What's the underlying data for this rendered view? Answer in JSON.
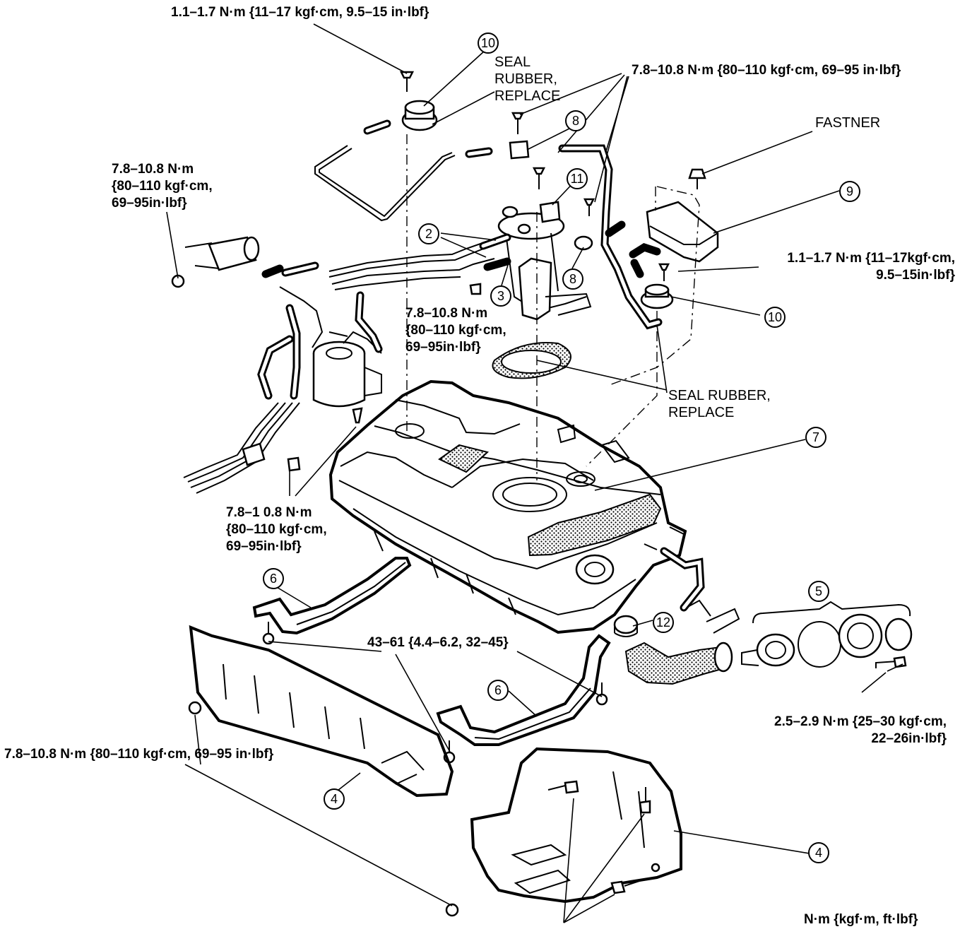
{
  "torques": {
    "t1": "1.1–1.7 N·m {11–17 kgf·cm, 9.5–15 in·lbf}",
    "t2": "7.8–10.8 N·m {80–110 kgf·cm, 69–95 in·lbf}",
    "t3_lines": [
      "7.8–10.8 N·m",
      "{80–110 kgf·cm,",
      "69–95in·lbf}"
    ],
    "t4_lines": [
      "1.1–1.7 N·m {11–17kgf·cm,",
      "9.5–15in·lbf}"
    ],
    "t5_lines": [
      "7.8–10.8 N·m",
      "{80–110 kgf·cm,",
      "69–95in·lbf}"
    ],
    "t6_lines": [
      "7.8–1 0.8 N·m",
      "{80–110 kgf·cm,",
      "69–95in·lbf}"
    ],
    "t7": "43–61 {4.4–6.2, 32–45}",
    "t8_lines": [
      "2.5–2.9 N·m {25–30 kgf·cm,",
      "22–26in·lbf}"
    ],
    "t9": "7.8–10.8 N·m {80–110 kgf·cm, 69–95 in·lbf}"
  },
  "notes": {
    "seal_top_lines": [
      "SEAL",
      "RUBBER,",
      "REPLACE"
    ],
    "seal_mid_lines": [
      "SEAL RUBBER,",
      "REPLACE"
    ],
    "fastner": "FASTNER",
    "units": "N·m {kgf·m, ft·lbf}"
  },
  "callouts": {
    "c2": "2",
    "c3": "3",
    "c4a": "4",
    "c4b": "4",
    "c5": "5",
    "c6a": "6",
    "c6b": "6",
    "c7": "7",
    "c8a": "8",
    "c8b": "8",
    "c9": "9",
    "c10a": "10",
    "c10b": "10",
    "c11": "11",
    "c12": "12"
  }
}
